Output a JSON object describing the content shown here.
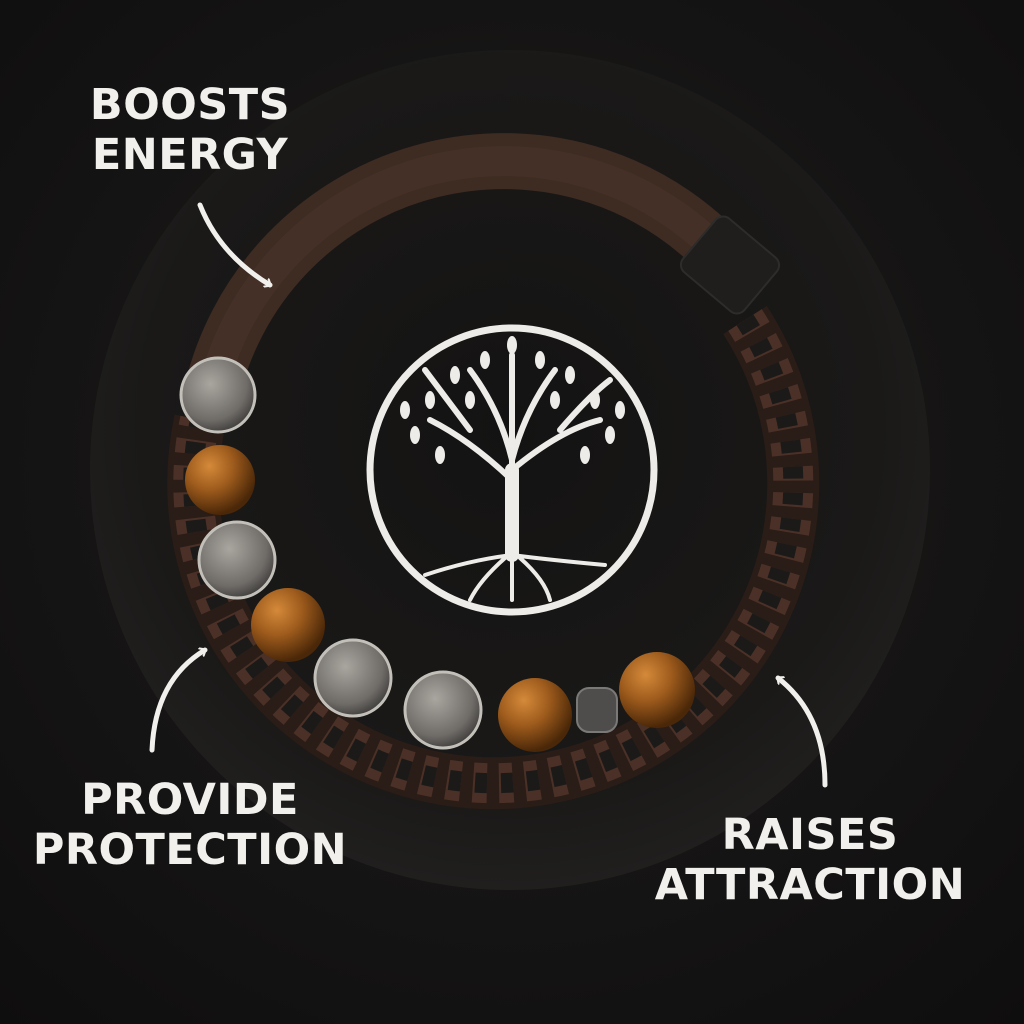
{
  "labels": {
    "energy": [
      "BOOSTS",
      "ENERGY"
    ],
    "protection": [
      "PROVIDE",
      "PROTECTION"
    ],
    "attraction": [
      "RAISES",
      "ATTRACTION"
    ]
  },
  "colors": {
    "background": "#151414",
    "disc": "#1b1a19",
    "leather": "#3e2b22",
    "text": "#f2f0ec",
    "tiger_eye": "#a5601f",
    "silver": "#8e8b86"
  }
}
